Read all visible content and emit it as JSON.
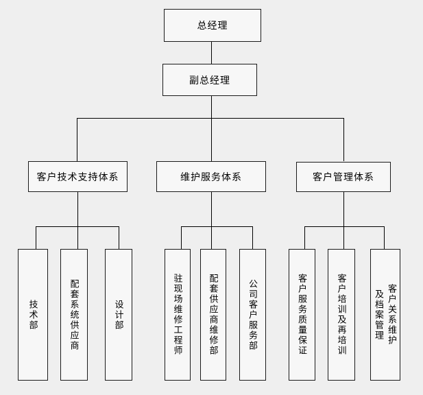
{
  "chart": {
    "type": "org-chart",
    "root": {
      "label": "总经理"
    },
    "deputy": {
      "label": "副总经理"
    },
    "branches": [
      {
        "label": "客户技术支持体系",
        "children": [
          "技术部",
          "配套系统供应商",
          "设计部"
        ]
      },
      {
        "label": "维护服务体系",
        "children": [
          "驻现场维修工程师",
          "配套供应商维修部",
          "公司客户服务部"
        ]
      },
      {
        "label": "客户管理体系",
        "children": [
          "客户服务质量保证",
          "客户培训及再培训",
          "客户关系维护\n及档案管理"
        ]
      }
    ],
    "colors": {
      "background": "#efefef",
      "box_fill": "#f7f7f7",
      "border": "#1a1a1a",
      "line": "#000000",
      "text": "#000000"
    }
  }
}
